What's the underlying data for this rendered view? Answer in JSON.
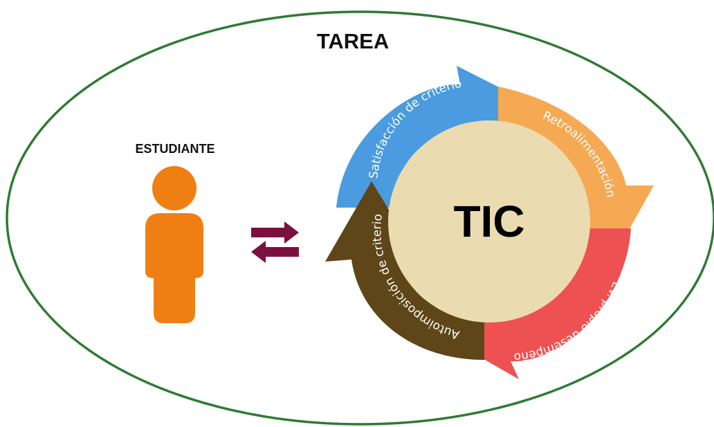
{
  "diagram": {
    "title": "TAREA",
    "student_label": "ESTUDIANTE",
    "center_label": "TIC",
    "cycle_steps": [
      {
        "label": "Satisfacción de criterio",
        "color": "#4a9be0"
      },
      {
        "label": "Retroalimentación",
        "color": "#f5a953"
      },
      {
        "label": "Ev. propio desempeño",
        "color": "#ee5151"
      },
      {
        "label": "Autoimposición de criterio",
        "color": "#5e4618"
      }
    ],
    "colors": {
      "ellipse_border": "#2f7a34",
      "student_figure": "#f07f13",
      "exchange_arrows": "#7c1140",
      "center_circle": "#eadbb0"
    },
    "icons": {
      "student": "person-icon",
      "exchange": "bidirectional-arrows-icon"
    }
  }
}
